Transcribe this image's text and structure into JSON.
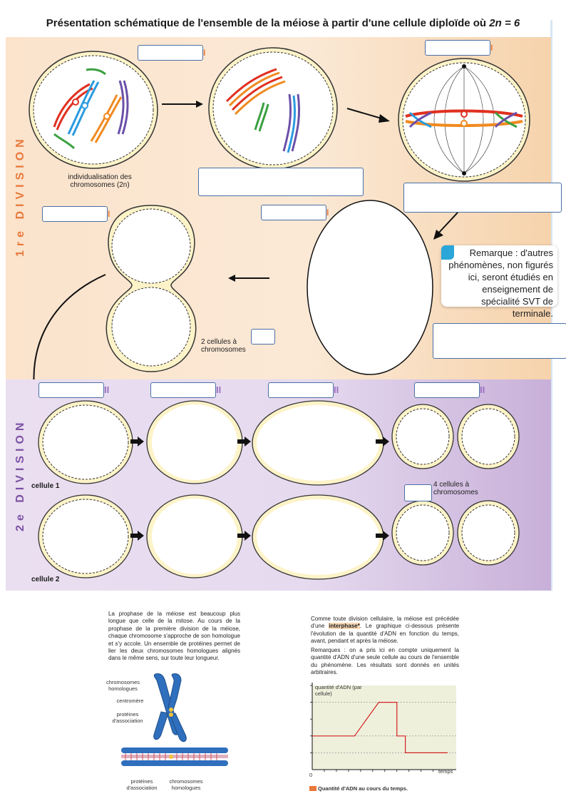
{
  "title": {
    "text": "Présentation schématique de l'ensemble de la méiose à partir d'une cellule diploïde où ",
    "formula": "2n = 6"
  },
  "division1": {
    "label": "1re DIVISION",
    "roman": "I",
    "chromosomes_caption_line1": "individualisation des",
    "chromosomes_caption_line2": "chromosomes (2n)",
    "cells_caption_line1": "2 cellules à",
    "cells_caption_line2": "chromosomes"
  },
  "division2": {
    "label": "2e DIVISION",
    "roman": "II",
    "cell1": "cellule 1",
    "cell2": "cellule 2",
    "cells_caption_line1": "4 cellules à",
    "cells_caption_line2": "chromosomes"
  },
  "remark": {
    "text": "Remarque : d'autres phénomènes, non figurés ici, seront étudiés en enseignement de spécialité SVT de terminale."
  },
  "left_text": "La prophase de la méiose est beaucoup plus longue que celle de la mitose. Au cours de la prophase de la première division de la méiose, chaque chromosome s'approche de son homologue et s'y accole. Un ensemble de protéines permet de lier les deux chromosomes homologues alignés dans le même sens, sur toute leur longueur.",
  "left_figure": {
    "label_homologues_1": "chromosomes homologues",
    "label_centromere": "centromère",
    "label_proteines_1": "protéines d'association",
    "label_proteines_2": "protéines d'association",
    "label_homologues_2": "chromosomes homologues"
  },
  "right_text": {
    "before": "Comme toute division cellulaire, la méiose est précédée d'une ",
    "highlight": "interphase*",
    "after": ". Le graphique ci-dessous présente l'évolution de la quantité d'ADN en fonction du temps, avant, pendant et après la méiose.",
    "remarks": "Remarques : on a pris ici en compte uniquement la quantité d'ADN d'une seule cellule au cours de l'ensemble du phénomène. Les résultats sont donnés en unités arbitraires."
  },
  "chart_data": {
    "type": "line",
    "ylabel": "quantité d'ADN (par cellule)",
    "xlabel": "temps",
    "origin_label": "0",
    "legend": "Quantité d'ADN au cours du temps.",
    "series": [
      {
        "color": "#d62020",
        "x": [
          0,
          3.5,
          5.5,
          7.0,
          7.0,
          7.7,
          7.7,
          11.2
        ],
        "y": [
          2,
          2,
          4,
          4,
          2,
          2,
          1,
          1
        ]
      }
    ],
    "xlim": [
      0,
      11.2
    ],
    "ylim": [
      0,
      5
    ],
    "dashed_levels": [
      1,
      2,
      4
    ]
  },
  "colors": {
    "orange": "#e8793a",
    "purple": "#7d53a5",
    "red": "#d62020",
    "blue_box": "#4a6fa5"
  }
}
